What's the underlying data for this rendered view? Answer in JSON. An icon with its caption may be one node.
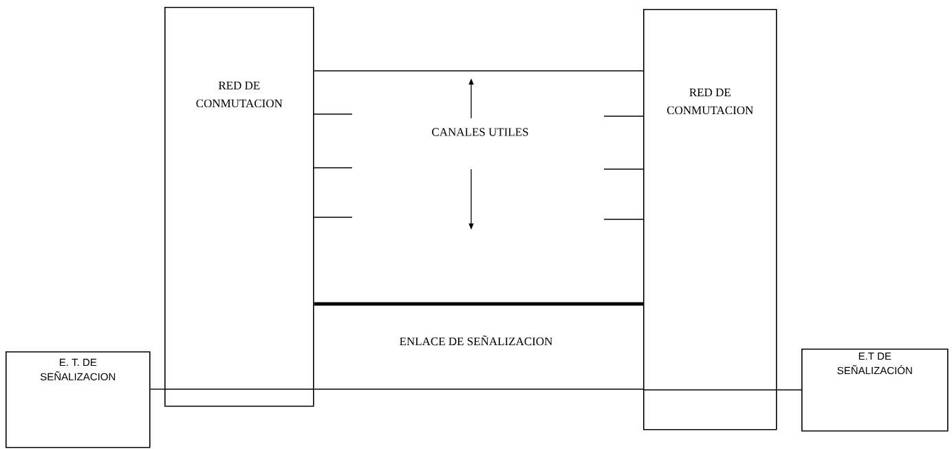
{
  "diagram": {
    "nodes": [
      {
        "text": [
          "E. T. DE SEÑALIZACION"
        ]
      },
      {
        "text": [
          "RED DE CONMUTACION"
        ]
      },
      {
        "text": [
          "RED DE CONMUTACION"
        ]
      },
      {
        "text": [
          "E.T DE SEÑALIZACIÓN"
        ]
      }
    ],
    "edges": [
      {
        "from": 1,
        "to": 2,
        "arrow": "none"
      },
      {
        "from": 1,
        "to": 2,
        "arrow": "none",
        "style": "thick",
        "label": "ENLACE DE SEÑALIZACION"
      },
      {
        "from": 0,
        "to": 1,
        "arrow": "none"
      },
      {
        "from": 1,
        "to": 2,
        "arrow": "none"
      },
      {
        "from": 2,
        "to": 3,
        "arrow": "none"
      }
    ],
    "labels": [
      "CANALES UTILES"
    ]
  }
}
